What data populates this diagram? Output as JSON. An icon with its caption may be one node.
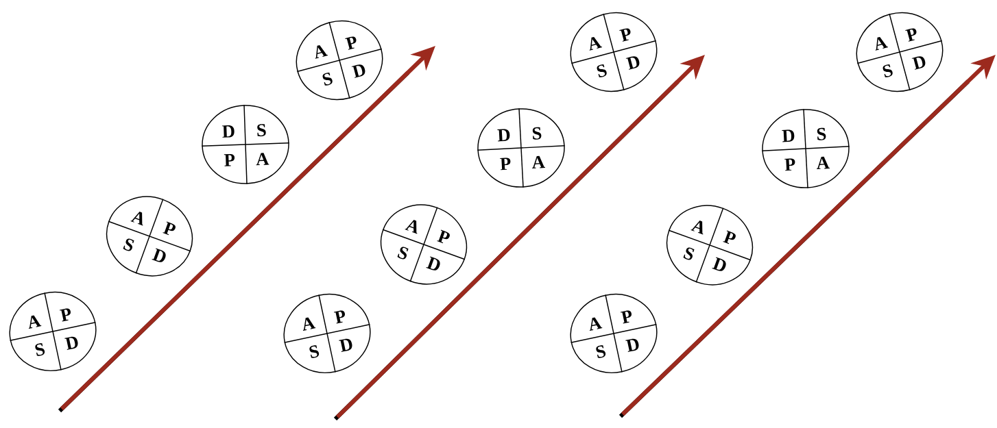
{
  "diagram": {
    "nodes": [
      {
        "text": [
          "A",
          "P",
          "S",
          "D"
        ]
      },
      {
        "text": [
          "A",
          "P",
          "S",
          "D"
        ]
      },
      {
        "text": [
          "D",
          "S",
          "P",
          "A"
        ]
      },
      {
        "text": [
          "A",
          "P",
          "S",
          "D"
        ]
      },
      {
        "text": [
          "A",
          "P",
          "S",
          "D"
        ]
      },
      {
        "text": [
          "A",
          "P",
          "S",
          "D"
        ]
      },
      {
        "text": [
          "D",
          "S",
          "P",
          "A"
        ]
      },
      {
        "text": [
          "A",
          "P",
          "S",
          "D"
        ]
      },
      {
        "text": [
          "A",
          "P",
          "S",
          "D"
        ]
      },
      {
        "text": [
          "A",
          "P",
          "S",
          "D"
        ]
      },
      {
        "text": [
          "D",
          "S",
          "P",
          "A"
        ]
      },
      {
        "text": [
          "A",
          "P",
          "S",
          "D"
        ]
      }
    ]
  }
}
